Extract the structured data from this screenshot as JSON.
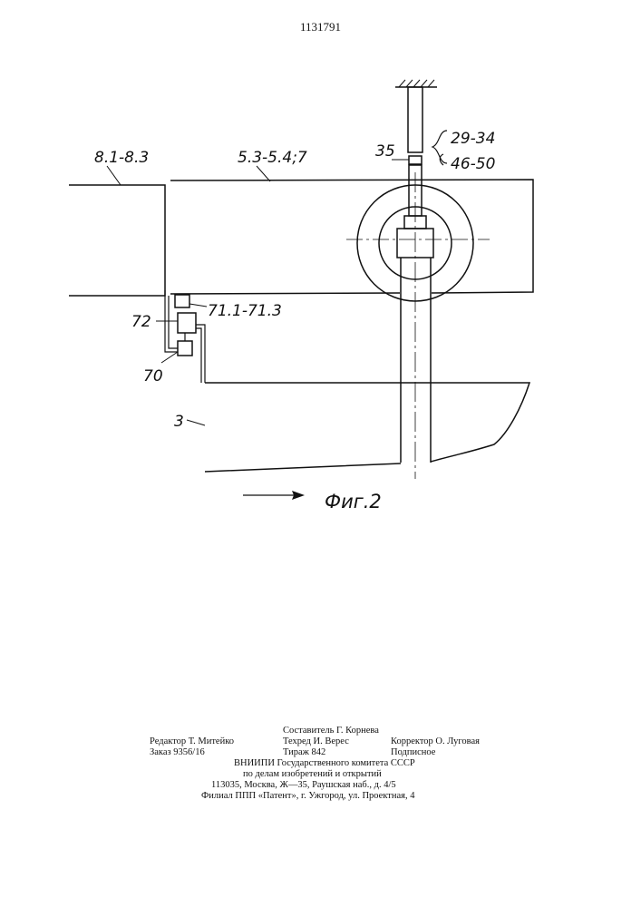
{
  "header": {
    "patent_number": "1131791"
  },
  "figure": {
    "caption": "Фиг.2",
    "labels": {
      "rolls": "8.1-8.3",
      "beam": "5.3-5.4;7",
      "rod_sensor": "35",
      "brace_top": "29-34",
      "brace_bottom": "46-50",
      "sensor": "71.1-71.3",
      "unit_72": "72",
      "unit_70": "70",
      "base": "3"
    }
  },
  "imprint": {
    "compiler": "Составитель Г. Корнева",
    "editor": "Редактор Т. Митейко",
    "techred": "Техред И. Верес",
    "corrector": "Корректор О. Луговая",
    "order": "Заказ 9356/16",
    "circulation": "Тираж 842",
    "subscription": "Подписное",
    "org1": "ВНИИПИ Государственного комитета СССР",
    "org2": "по делам изобретений и открытий",
    "address": "113035, Москва, Ж—35, Раушская наб., д. 4/5",
    "branch": "Филиал ППП «Патент», г. Ужгород, ул. Проектная, 4"
  }
}
